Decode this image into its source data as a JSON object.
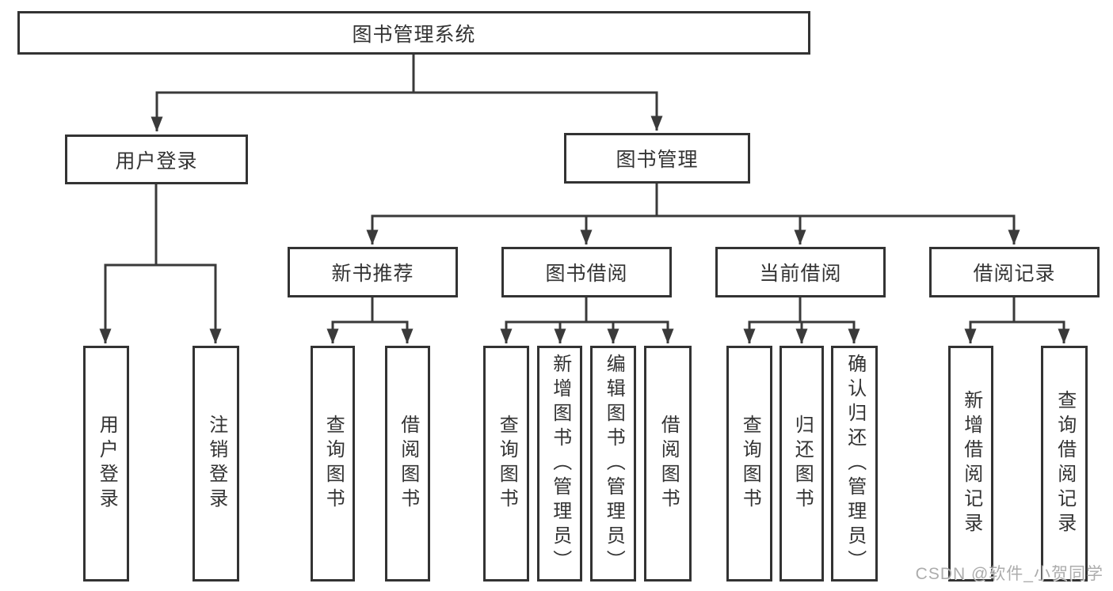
{
  "diagram_title": "图书管理系统",
  "tree": {
    "label": "图书管理系统",
    "children": [
      {
        "label": "用户登录",
        "children": [
          {
            "label": "用户登录"
          },
          {
            "label": "注销登录"
          }
        ]
      },
      {
        "label": "图书管理",
        "children": [
          {
            "label": "新书推荐",
            "children": [
              {
                "label": "查询图书"
              },
              {
                "label": "借阅图书"
              }
            ]
          },
          {
            "label": "图书借阅",
            "children": [
              {
                "label": "查询图书"
              },
              {
                "label": "新增图书（管理员）"
              },
              {
                "label": "编辑图书（管理员）"
              },
              {
                "label": "借阅图书"
              }
            ]
          },
          {
            "label": "当前借阅",
            "children": [
              {
                "label": "查询图书"
              },
              {
                "label": "归还图书"
              },
              {
                "label": "确认归还（管理员）"
              }
            ]
          },
          {
            "label": "借阅记录",
            "children": [
              {
                "label": "新增借阅记录"
              },
              {
                "label": "查询借阅记录"
              }
            ]
          }
        ]
      }
    ]
  },
  "watermark": "CSDN @软件_小贺同学",
  "colors": {
    "line": "#3a3a3a",
    "node_border": "#333333",
    "text": "#333333",
    "background": "#ffffff",
    "watermark": "#9e9e9e"
  }
}
